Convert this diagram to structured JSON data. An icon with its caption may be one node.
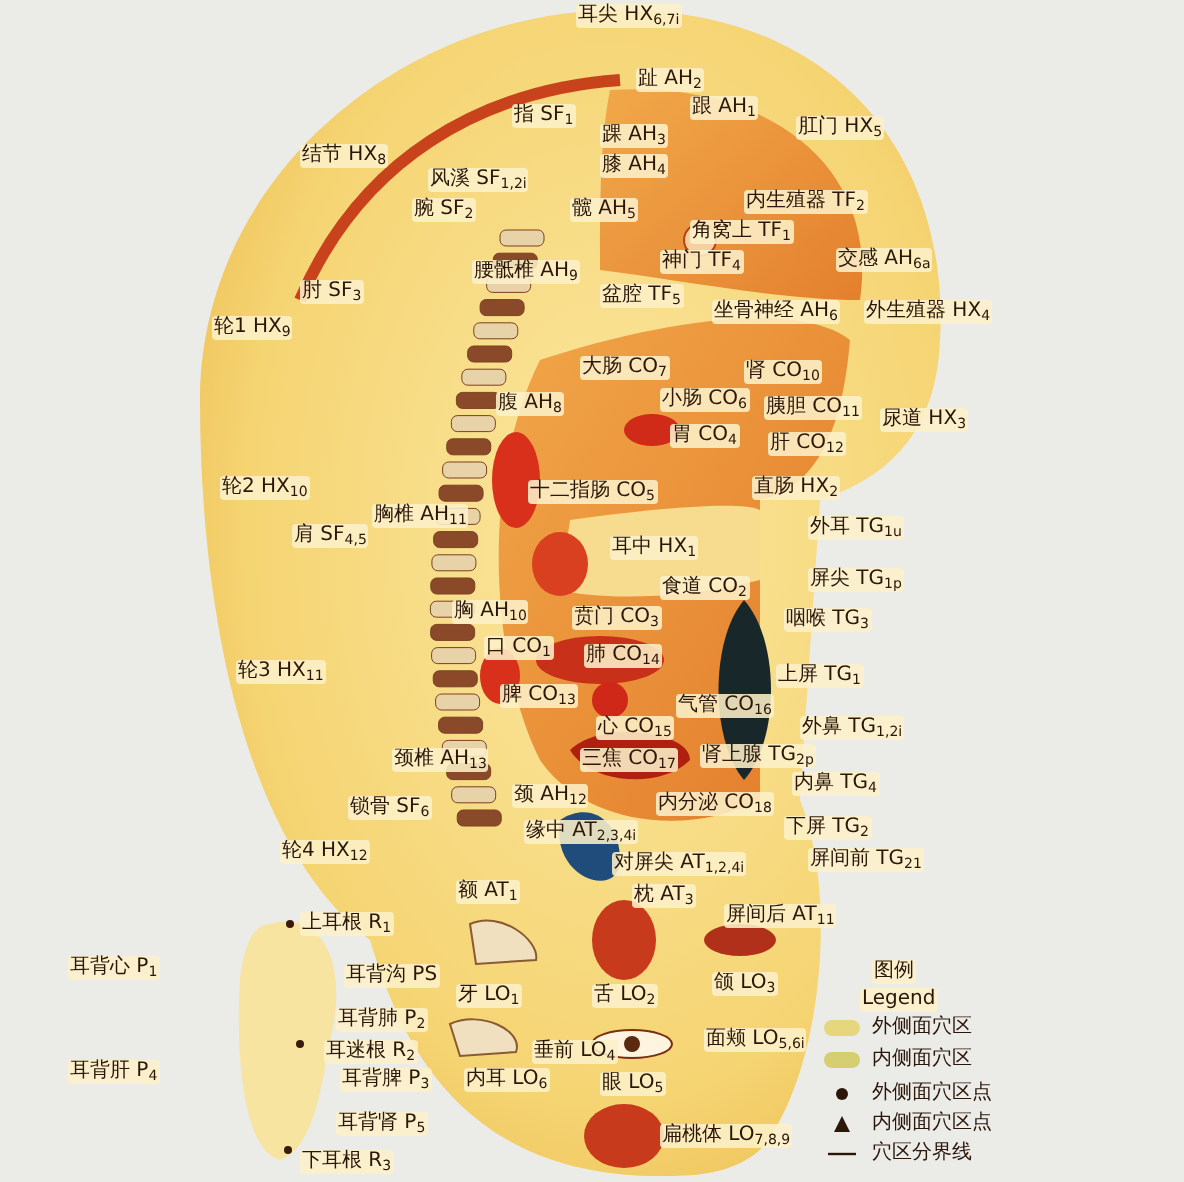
{
  "diagram": {
    "labels": [
      "耳尖 HX$_{6,7i}$",
      "结节 HX$_{8}$",
      "指 SF$_{1}$",
      "风溪 SF$_{1,2i}$",
      "腕 SF$_{2}$",
      "趾 AH$_{2}$",
      "跟 AH$_{1}$",
      "踝 AH$_{3}$",
      "膝 AH$_{4}$",
      "髋 AH$_{5}$",
      "肛门 HX$_{5}$",
      "内生殖器 TF$_{2}$",
      "角窝上 TF$_{1}$",
      "神门 TF$_{4}$",
      "交感 AH$_{6a}$",
      "肘 SF$_{3}$",
      "腰骶椎 AH$_{9}$",
      "盆腔 TF$_{5}$",
      "坐骨神经 AH$_{6}$",
      "外生殖器 HX$_{4}$",
      "轮1 HX$_{9}$",
      "大肠 CO$_{7}$",
      "肾 CO$_{10}$",
      "腹 AH$_{8}$",
      "小肠 CO$_{6}$",
      "胰胆 CO$_{11}$",
      "尿道 HX$_{3}$",
      "胃 CO$_{4}$",
      "肝 CO$_{12}$",
      "轮2 HX$_{10}$",
      "十二指肠 CO$_{5}$",
      "直肠 HX$_{2}$",
      "肩 SF$_{4,5}$",
      "胸椎 AH$_{11}$",
      "耳中 HX$_{1}$",
      "外耳 TG$_{1u}$",
      "食道 CO$_{2}$",
      "屏尖 TG$_{1p}$",
      "胸 AH$_{10}$",
      "贲门 CO$_{3}$",
      "咽喉 TG$_{3}$",
      "轮3 HX$_{11}$",
      "口 CO$_{1}$",
      "肺 CO$_{14}$",
      "上屏 TG$_{1}$",
      "脾 CO$_{13}$",
      "气管 CO$_{16}$",
      "心 CO$_{15}$",
      "外鼻 TG$_{1,2i}$",
      "颈椎 AH$_{13}$",
      "三焦 CO$_{17}$",
      "肾上腺 TG$_{2p}$",
      "内鼻 TG$_{4}$",
      "锁骨 SF$_{6}$",
      "颈 AH$_{12}$",
      "内分泌 CO$_{18}$",
      "缘中 AT$_{2,3,4i}$",
      "下屏 TG$_{2}$",
      "轮4 HX$_{12}$",
      "对屏尖 AT$_{1,2,4i}$",
      "屏间前 TG$_{21}$",
      "额 AT$_{1}$",
      "枕 AT$_{3}$",
      "上耳根 R$_{1}$",
      "屏间后 AT$_{11}$",
      "耳背心 P$_{1}$",
      "耳背沟 PS",
      "牙 LO$_{1}$",
      "舌 LO$_{2}$",
      "颌 LO$_{3}$",
      "耳背肺 P$_{2}$",
      "耳迷根 R$_{2}$",
      "垂前 LO$_{4}$",
      "面颊 LO$_{5,6i}$",
      "耳背肝 P$_{4}$",
      "耳背脾 P$_{3}$",
      "内耳 LO$_{6}$",
      "眼 LO$_{5}$",
      "耳背肾 P$_{5}$",
      "扁桃体 LO$_{7,8,9}$",
      "下耳根 R$_{3}$",
      "图例",
      "Legend"
    ],
    "legend": [
      {
        "text": "外侧面穴区",
        "color": "#e6d77e"
      },
      {
        "text": "内侧面穴区",
        "color": "#d6cf72"
      },
      {
        "text": "外侧面穴区点"
      },
      {
        "text": "内侧面穴区点"
      },
      {
        "text": "穴区分界线"
      }
    ]
  }
}
